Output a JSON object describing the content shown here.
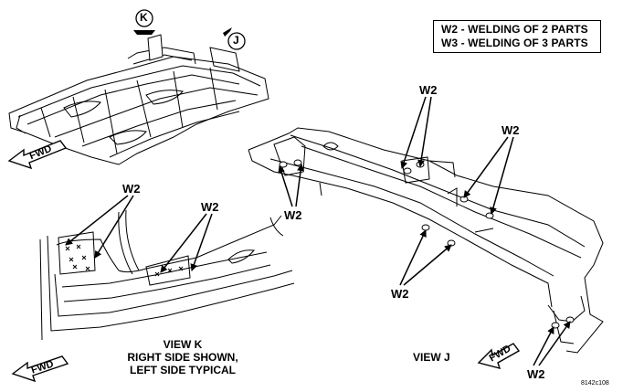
{
  "legend": {
    "line1": "W2 - WELDING OF 2 PARTS",
    "line2": "W3 - WELDING OF 3 PARTS"
  },
  "callouts": {
    "k": "K",
    "j": "J"
  },
  "fwd": {
    "top_left": "FWD",
    "bottom_left": "FWD",
    "view_j": "FWD"
  },
  "weld_labels": {
    "view_k_left": "W2",
    "view_k_right": "W2",
    "view_j_top": "W2",
    "view_j_top_right": "W2",
    "view_j_left": "W2",
    "view_j_middle": "W2",
    "view_j_bottom": "W2"
  },
  "captions": {
    "view_k_line1": "VIEW K",
    "view_k_line2": "RIGHT SIDE SHOWN,",
    "view_k_line3": "LEFT SIDE TYPICAL",
    "view_j": "VIEW J"
  },
  "figure_id": "8142c108"
}
